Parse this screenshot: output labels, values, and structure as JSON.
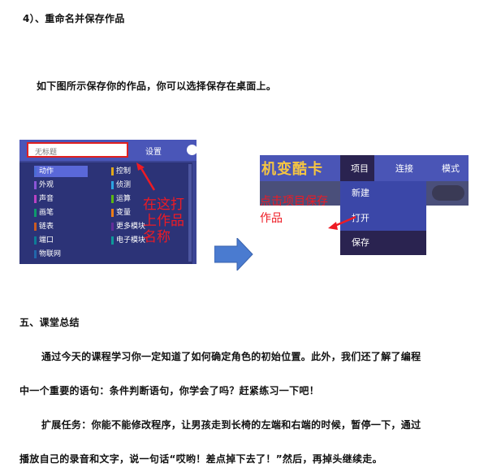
{
  "heading_step": "4）、重命名并保存作品",
  "intro_line": "如下图所示保存你的作品，你可以选择保存在桌面上。",
  "left_shot": {
    "title_placeholder": "无标题",
    "settings_label": "设置",
    "categories_left": [
      {
        "label": "动作",
        "color": "#4a6cd4"
      },
      {
        "label": "外观",
        "color": "#8a55d7"
      },
      {
        "label": "声音",
        "color": "#bb42c3"
      },
      {
        "label": "画笔",
        "color": "#0e9a6c"
      },
      {
        "label": "链表",
        "color": "#cc5b22"
      },
      {
        "label": "端口",
        "color": "#0e7c96"
      },
      {
        "label": "物联网",
        "color": "#2266aa"
      }
    ],
    "categories_right": [
      {
        "label": "控制",
        "color": "#e1a91a"
      },
      {
        "label": "侦测",
        "color": "#2ca5e2"
      },
      {
        "label": "运算",
        "color": "#5cb712"
      },
      {
        "label": "变量",
        "color": "#ee7d16"
      },
      {
        "label": "更多模块",
        "color": "#632d99"
      },
      {
        "label": "电子模块",
        "color": "#0e9a9a"
      }
    ],
    "annotation_lines": [
      "在这打",
      "上作品",
      "名称"
    ]
  },
  "right_shot": {
    "logo_text": "机变酷卡",
    "menu": {
      "project": "项目",
      "connect": "连接",
      "mode": "模式"
    },
    "dropdown": {
      "new": "新建",
      "open": "打开",
      "save": "保存"
    },
    "annotation_lines": [
      "点击项目保存",
      "作品"
    ]
  },
  "section_heading": "五、课堂总结",
  "summary_line1": "通过今天的课程学习你一定知道了如何确定角色的初始位置。此外，我们还了解了编程",
  "summary_line2": "中一个重要的语句：条件判断语句，你学会了吗？赶紧练习一下吧！",
  "task_line1": "扩展任务：你能不能修改程序，让男孩走到长椅的左端和右端的时候，暂停一下，通过",
  "task_line2": "播放自己的录音和文字，说一句话“哎哟！差点掉下去了！”然后，再掉头继续走。",
  "colors": {
    "annotation_red": "#ee1b24",
    "arrow_blue": "#4a7bd0",
    "scratch_blue": "#4a56b8"
  }
}
